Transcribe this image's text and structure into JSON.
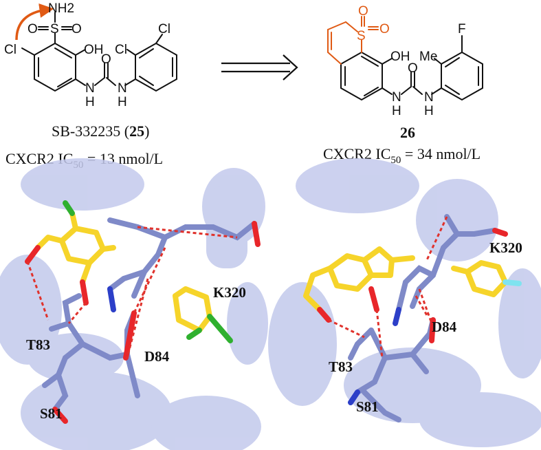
{
  "left_compound": {
    "name": "SB-332235",
    "number": "25",
    "activity_label": "CXCR2 IC",
    "activity_subscript": "50",
    "activity_value": " = 13 nmol/L",
    "atoms": {
      "nh2": "NH2",
      "s": "S",
      "o1": "O",
      "o2": "O",
      "cl_ring": "Cl",
      "oh": "OH",
      "o_carbonyl": "O",
      "cl_a": "Cl",
      "cl_b": "Cl",
      "nh_left": "N",
      "h_left": "H",
      "nh_right": "N",
      "h_right": "H"
    }
  },
  "right_compound": {
    "number": "26",
    "activity_label": "CXCR2 IC",
    "activity_subscript": "50",
    "activity_value": " = 34 nmol/L",
    "atoms": {
      "s": "S",
      "o1": "O",
      "o2": "O",
      "oh": "OH",
      "o_carbonyl": "O",
      "me": "Me",
      "f": "F",
      "nh_left": "N",
      "h_left": "H",
      "nh_right": "N",
      "h_right": "H"
    }
  },
  "left_residues": [
    "K320",
    "T83",
    "D84",
    "S81"
  ],
  "right_residues": [
    "K320",
    "D84",
    "T83",
    "S81"
  ],
  "colors": {
    "highlight_orange": "#e05a14",
    "protein_blue": "#7f8ac8",
    "helix_blue": "#b7bee6",
    "ligand_yellow": "#f6d42a",
    "hbond_red": "#e0322c",
    "oxygen_red": "#e8262a",
    "nitrogen_blue": "#2c3fc8",
    "chlorine_green": "#2fb02f",
    "fluorine_cyan": "#7fe3ef"
  }
}
